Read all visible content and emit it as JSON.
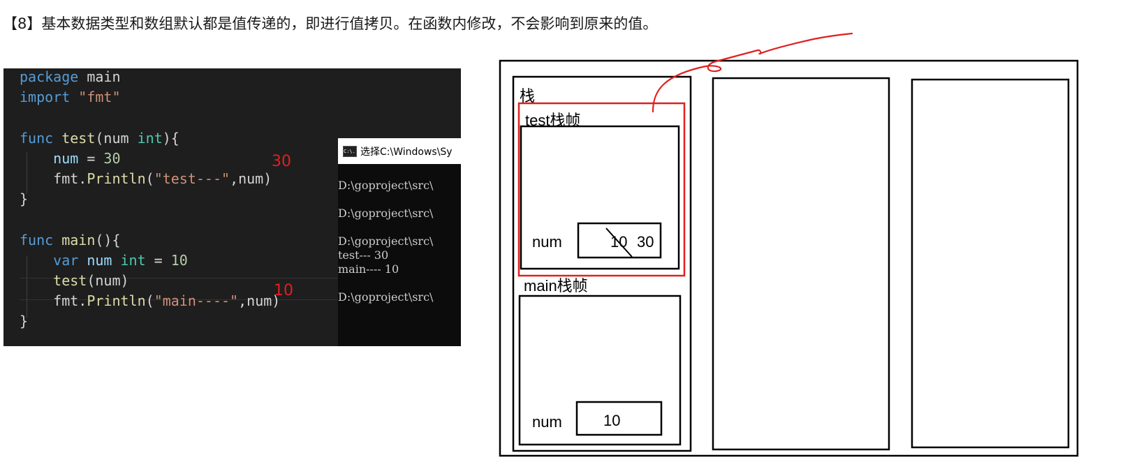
{
  "heading": "【8】基本数据类型和数组默认都是值传递的，即进行值拷贝。在函数内修改，不会影响到原来的值。",
  "code": {
    "l1_kw": "package",
    "l1_rest": " main",
    "l2_kw": "import",
    "l2_str": " \"fmt\"",
    "l4_kw": "func",
    "l4_fn": "test",
    "l4_p1": "(num ",
    "l4_ty": "int",
    "l4_p2": "){",
    "l5_var": "num",
    "l5_op": " = ",
    "l5_num": "30",
    "l6_pkg": "fmt.",
    "l6_fn": "Println",
    "l6_p1": "(",
    "l6_str": "\"test---\"",
    "l6_p2": ",num)",
    "l7": "}",
    "l9_kw": "func",
    "l9_fn": "main",
    "l9_p": "(){",
    "l10_kw": "var",
    "l10_var": " num ",
    "l10_ty": "int",
    "l10_op": " = ",
    "l10_num": "10",
    "l11_fn": "test",
    "l11_p": "(num)",
    "l12_pkg": "fmt.",
    "l12_fn": "Println",
    "l12_p1": "(",
    "l12_str": "\"main----\"",
    "l12_p2": ",num)",
    "l13": "}"
  },
  "annotations": {
    "a30": "30",
    "a10": "10"
  },
  "console": {
    "title": "选择C:\\Windows\\Sy",
    "icon": "C:\\.",
    "lines": [
      "D:\\goproject\\src\\",
      "D:\\goproject\\src\\",
      "D:\\goproject\\src\\",
      "test--- 30",
      "main---- 10",
      "D:\\goproject\\src\\"
    ]
  },
  "diagram": {
    "stack_label": "栈",
    "test_frame_label": "test栈帧",
    "main_frame_label": "main栈帧",
    "test_var_label": "num",
    "test_old_value": "10",
    "test_new_value": "30",
    "main_var_label": "num",
    "main_value": "10"
  },
  "colors": {
    "editor_bg": "#1e1e1e",
    "annotation_red": "#e02020"
  }
}
